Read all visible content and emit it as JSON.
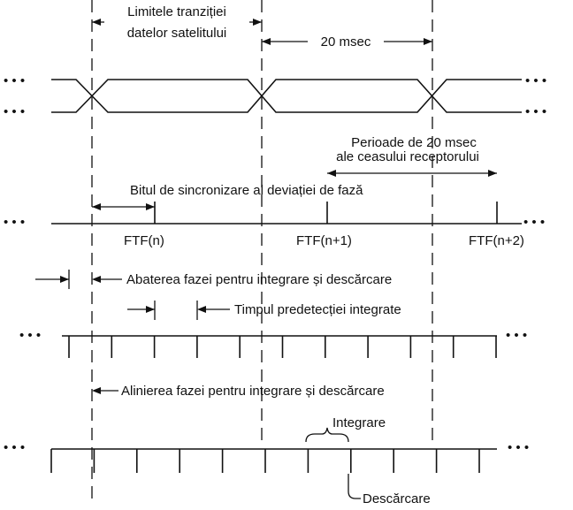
{
  "labels": {
    "transition_limits_line1": "Limitele tranziției",
    "transition_limits_line2": "datelor satelitului",
    "period_top": "20 msec",
    "receiver_clock_line1": "Perioade de 20 msec",
    "receiver_clock_line2": "ale ceasului receptorului",
    "sync_bit": "Bitul de sincronizare al deviației de fază",
    "ftf_n": "FTF(n)",
    "ftf_n1": "FTF(n+1)",
    "ftf_n2": "FTF(n+2)",
    "phase_offset": "Abaterea fazei pentru integrare și descărcare",
    "predetection_time": "Timpul predetecției integrate",
    "phase_alignment": "Alinierea fazei pentru integrare și descărcare",
    "integrate": "Integrare",
    "dump": "Descărcare"
  },
  "ellipsis": "• • •"
}
